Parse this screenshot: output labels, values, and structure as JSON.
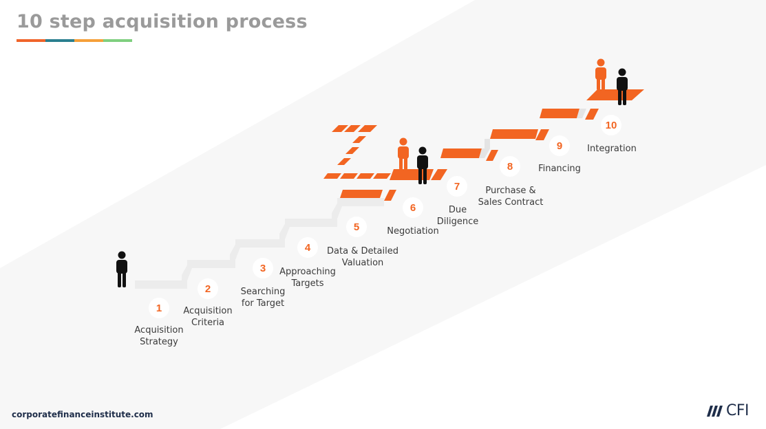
{
  "title": "10 step acquisition process",
  "title_bar_colors": [
    "#f0642a",
    "#2a7f8f",
    "#f5a03a",
    "#7fcf7f"
  ],
  "colors": {
    "accent": "#f26522",
    "stair_gray": "#ececec",
    "background_band": "#f7f7f7",
    "number_color": "#f26522",
    "label_color": "#3a3a3a",
    "figure_dark": "#111111",
    "logo_color": "#1f2e4a"
  },
  "steps": [
    {
      "number": "1",
      "lines": [
        "Acquisition",
        "Strategy"
      ]
    },
    {
      "number": "2",
      "lines": [
        "Acquisition",
        "Criteria"
      ]
    },
    {
      "number": "3",
      "lines": [
        "Searching",
        "for Target"
      ]
    },
    {
      "number": "4",
      "lines": [
        "Approaching",
        "Targets"
      ]
    },
    {
      "number": "5",
      "lines": [
        "Data & Detailed",
        "Valuation"
      ]
    },
    {
      "number": "6",
      "lines": [
        "Negotiation"
      ]
    },
    {
      "number": "7",
      "lines": [
        "Due",
        "Diligence"
      ]
    },
    {
      "number": "8",
      "lines": [
        "Purchase &",
        "Sales Contract"
      ]
    },
    {
      "number": "9",
      "lines": [
        "Financing"
      ]
    },
    {
      "number": "10",
      "lines": [
        "Integration"
      ]
    }
  ],
  "footer": {
    "url": "corporatefinanceinstitute.com"
  },
  "logo": {
    "text": "CFI",
    "icon": "cfi-slash-logo-icon"
  }
}
